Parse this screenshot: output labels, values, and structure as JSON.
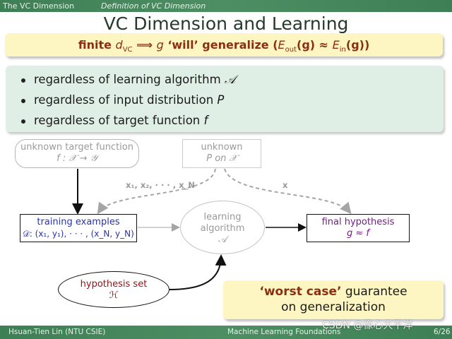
{
  "header": {
    "section": "The VC Dimension",
    "subsection": "Definition of VC Dimension"
  },
  "title": "VC Dimension and Learning",
  "headline": {
    "prefix": "finite ",
    "d": "d",
    "vc_sub": "VC",
    "arrow": " ⟹ ",
    "g": "g",
    "mid": " ‘will’ generalize (",
    "e_out": "E",
    "out_sub": "out",
    "g2": "(g) ≈ ",
    "e_in": "E",
    "in_sub": "in",
    "end": "(g))"
  },
  "bullets": [
    {
      "text": "regardless of learning algorithm ",
      "symbol": "𝒜"
    },
    {
      "text": "regardless of input distribution ",
      "symbol": "P"
    },
    {
      "text": "regardless of target function ",
      "symbol": "f"
    }
  ],
  "diagram": {
    "target_line1": "unknown target function",
    "target_line2": "f : 𝒳 → 𝒴",
    "dist_line1": "unknown",
    "dist_line2": "P on 𝒳",
    "training_line1": "training examples",
    "training_line2": "𝒟: (x₁, y₁), · · · , (x_N, y_N)",
    "learning_line1": "learning",
    "learning_line2": "algorithm",
    "learning_line3": "𝒜",
    "final_line1": "final hypothesis",
    "final_line2": "g ≈ f",
    "hyp_line1": "hypothesis set",
    "hyp_line2": "ℋ",
    "label_samples": "x₁, x₂, · · · , x_N",
    "label_x": "x"
  },
  "worst_case": {
    "em": "‘worst case’",
    "line1_rest": " guarantee",
    "line2": "on generalization"
  },
  "footer": {
    "author": "Hsuan-Tien Lin  (NTU CSIE)",
    "course": "Machine Learning Foundations",
    "page": "6/26"
  },
  "watermark": "CSDN @像心大平洋",
  "colors": {
    "bar_green": "#3f7f55",
    "callout_yellow": "#fdf6c2",
    "bullet_box_green": "#e0efe5",
    "emphasis_red": "#8b2f10",
    "training_blue": "#2a33a8",
    "final_purple": "#7a1a8a",
    "hypothesis_red": "#9b1010"
  }
}
